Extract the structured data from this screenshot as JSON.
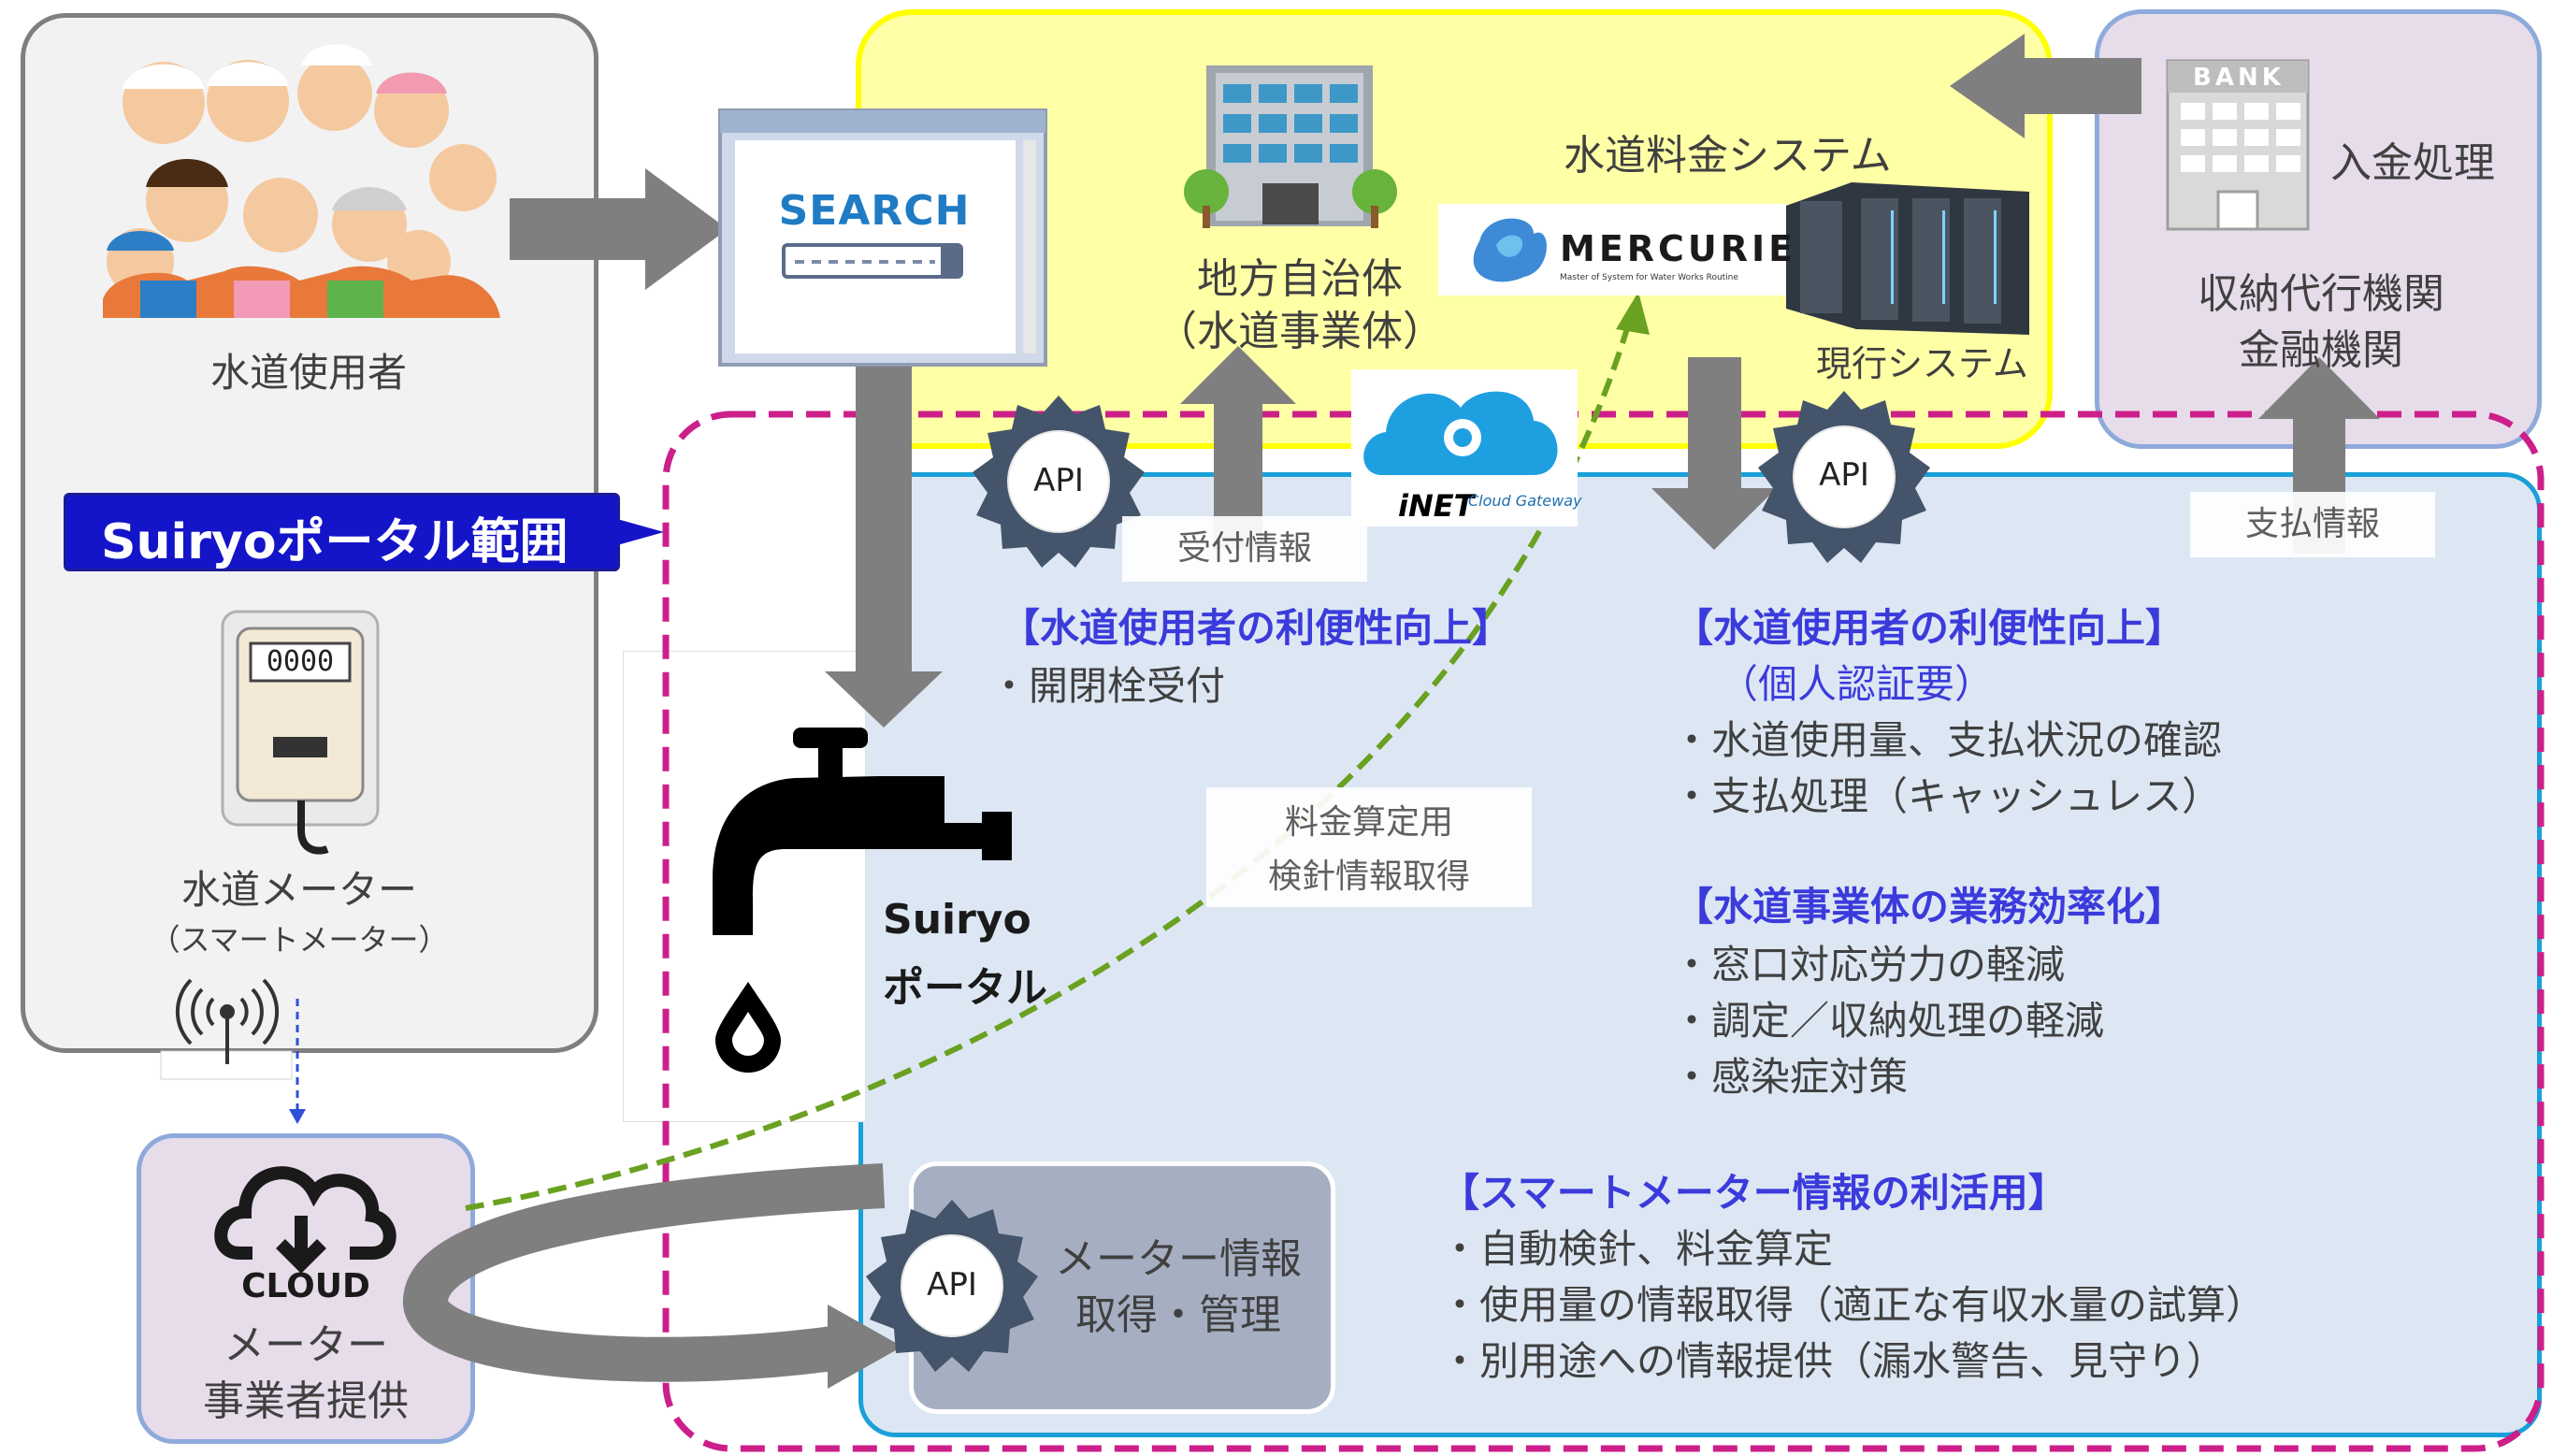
{
  "users": {
    "label": "水道使用者"
  },
  "portal_range": {
    "label": "Suiryoポータル範囲"
  },
  "meter": {
    "title": "水道メーター",
    "subtitle": "（スマートメーター）",
    "display": "0000"
  },
  "cloud_vendor": {
    "icon_text": "CLOUD",
    "line1": "メーター",
    "line2": "事業者提供"
  },
  "search": {
    "text": "SEARCH"
  },
  "municipality": {
    "line1": "地方自治体",
    "line2": "（水道事業体）"
  },
  "billing": {
    "title": "水道料金システム",
    "logo": "MERCURIE",
    "logo_sub": "Master of System for Water Works Routine",
    "current": "現行システム"
  },
  "bank": {
    "sign": "BANK",
    "process": "入金処理",
    "line1": "収納代行機関",
    "line2": "金融機関"
  },
  "inet": {
    "label": "iNET",
    "sub": "Cloud Gateway"
  },
  "api": {
    "label": "API"
  },
  "flows": {
    "reception": "受付情報",
    "payment": "支払情報",
    "reading_line1": "料金算定用",
    "reading_line2": "検針情報取得"
  },
  "portal": {
    "line1": "Suiryo",
    "line2": "ポータル"
  },
  "meter_mgmt": {
    "line1": "メーター情報",
    "line2": "取得・管理"
  },
  "benefits": {
    "b1": {
      "heading": "【水道使用者の利便性向上】",
      "items": [
        "・開閉栓受付"
      ]
    },
    "b2": {
      "heading": "【水道使用者の利便性向上】",
      "note": "（個人認証要）",
      "items": [
        "・水道使用量、支払状況の確認",
        "・支払処理（キャッシュレス）"
      ]
    },
    "b3": {
      "heading": "【水道事業体の業務効率化】",
      "items": [
        "・窓口対応労力の軽減",
        "・調定／収納処理の軽減",
        "・感染症対策"
      ]
    },
    "b4": {
      "heading": "【スマートメーター情報の利活用】",
      "items": [
        "・自動検針、料金算定",
        "・使用量の情報取得（適正な有収水量の試算）",
        "・別用途への情報提供（漏水警告、見守り）"
      ]
    }
  },
  "colors": {
    "yellow": "#ffff99",
    "blue_panel": "#dae5f4",
    "lilac": "#e6dcea",
    "dashed": "#cc1f8a",
    "arrow": "#808080",
    "heading": "#3b3bdc"
  }
}
